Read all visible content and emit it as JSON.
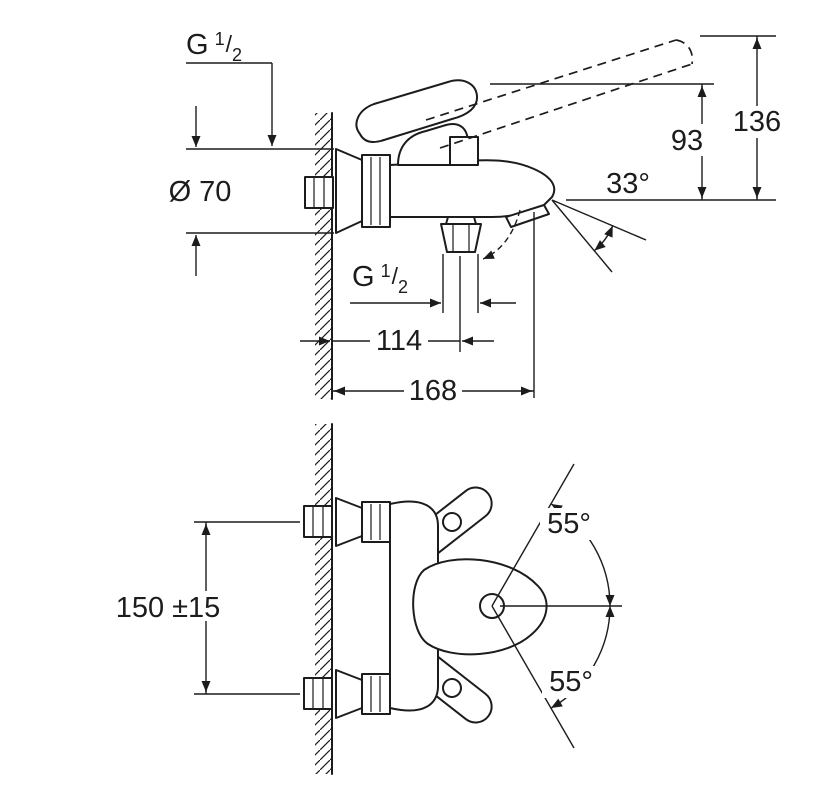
{
  "colors": {
    "line": "#1c1c1c",
    "background": "#ffffff"
  },
  "views": {
    "side_view": {
      "dimensions": {
        "wall_thread": {
          "g": "G",
          "num": "1",
          "slash": "/",
          "den": "2"
        },
        "escutcheon_diameter": "Ø 70",
        "handle_height": "93",
        "max_height": "136",
        "spout_angle": "33°",
        "hose_thread": {
          "g": "G",
          "num": "1",
          "slash": "/",
          "den": "2"
        },
        "hose_offset": "114",
        "spout_reach": "168"
      }
    },
    "front_view": {
      "dimensions": {
        "connection_spacing": "150 ±15",
        "lever_swing_up": "55°",
        "lever_swing_down": "55°"
      }
    }
  }
}
